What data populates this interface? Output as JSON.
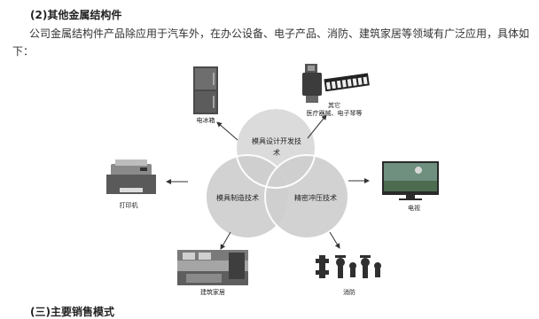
{
  "section": {
    "heading": "(2)其他金属结构件",
    "paragraph": "公司金属结构件产品除应用于汽车外，在办公设备、电子产品、消防、建筑家居等领域有广泛应用，具体如下："
  },
  "diagram": {
    "circles": {
      "top": {
        "line1": "模具设计开发技",
        "line2": "术"
      },
      "left": "模具制造技术",
      "right": "精密冲压技术"
    },
    "products": {
      "refrigerator": "电冰箱",
      "other_line1": "其它",
      "other_line2": "医疗器械、电子琴等",
      "printer": "打印机",
      "television": "电视",
      "home": "建筑家居",
      "fire": "消防"
    },
    "colors": {
      "circle_fill": "#d9d9d9",
      "circle_stroke": "#ffffff",
      "arrow": "#333333"
    }
  },
  "next_section": {
    "heading": "(三)主要销售模式"
  }
}
